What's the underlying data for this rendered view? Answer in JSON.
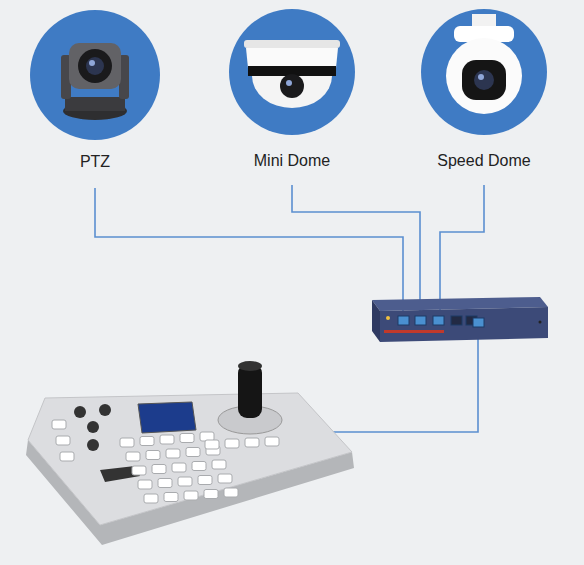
{
  "diagram": {
    "nodes": [
      {
        "text": [
          "PTZ"
        ]
      },
      {
        "text": [
          "Mini Dome"
        ]
      },
      {
        "text": [
          "Speed Dome"
        ]
      }
    ]
  }
}
